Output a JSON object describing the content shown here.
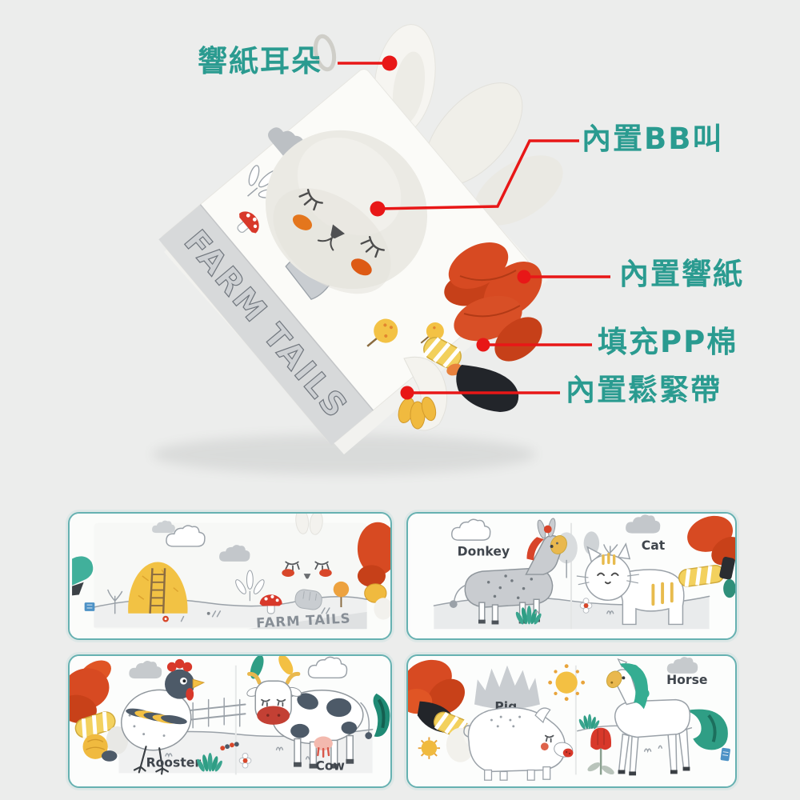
{
  "page": {
    "background_color": "#ecedec"
  },
  "hero": {
    "cover_title": "FARM TAILS",
    "label_color": "#2a9b90",
    "line_color": "#e81717",
    "callouts": [
      {
        "id": "crinkle-ears",
        "label": "響紙耳朵"
      },
      {
        "id": "bb-squeaker",
        "label": "內置BB叫"
      },
      {
        "id": "crinkle-paper",
        "label": "內置響紙"
      },
      {
        "id": "pp-cotton",
        "label": "填充PP棉"
      },
      {
        "id": "elastic-band",
        "label": "內置鬆緊帶"
      }
    ]
  },
  "gallery": {
    "frame_color": "#66b1b1",
    "photos": [
      {
        "name": "cover-spread",
        "caption": "FARM TAILS"
      },
      {
        "name": "donkey-cat",
        "animal_left": "Donkey",
        "animal_right": "Cat"
      },
      {
        "name": "rooster-cow",
        "animal_left": "Rooster",
        "animal_right": "Cow"
      },
      {
        "name": "pig-horse",
        "animal_left": "Pig",
        "animal_right": "Horse"
      }
    ]
  }
}
